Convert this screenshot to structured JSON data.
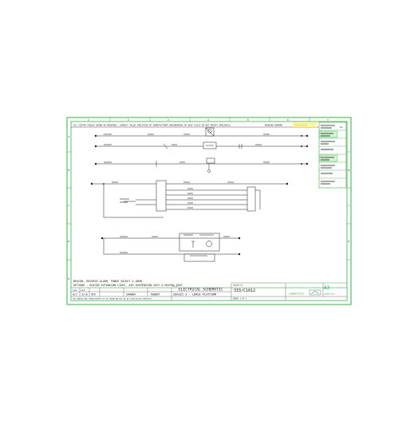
{
  "header": {
    "note": "ALL CUSTOM CABLES SHOWN ON DRAWINGS, LONGEST VALUE SPECIFIED BY MANUFACTURER ENGINEERING OF HALF SCALE DO NOT MODIFY ORIGINALS",
    "drawing_number_label": "DRAWING NUMBER",
    "drawing_number_short": "333/C1012"
  },
  "grid": {
    "cols": [
      "1",
      "2",
      "3",
      "4",
      "5",
      "6",
      "7"
    ],
    "rows": [
      "A",
      "B",
      "C",
      "D",
      "E"
    ]
  },
  "notes": [
    "BEACON, REVERSE ALARM, POWER SOCKET & HORN",
    "OPTIONS - RAISED EXTENSION LIGHT, AIR SUSPENSION SEAT & HEATED SEAT"
  ],
  "title_block": {
    "issue_label": "ISSUE",
    "date_label": "DATE",
    "issue": "A/C",
    "date": "3/10",
    "drawn": "VIR",
    "drawn_by": "SHAWAN",
    "checked_by": "ROBERT",
    "title_label": "TITLE",
    "title_line1": "ELECTRICAL SCHEMATIC",
    "title_line2": "SERIES 3 - LARGE PLATFORM",
    "drawing_no_label": "DRAWING NO.",
    "drawing_no": "333/C1012",
    "sheet_label": "SHEET 1 OF 1",
    "size": "A3",
    "company": "Lambertini",
    "footer_note": "THIS DRAWING SHALL REMAIN PROPERTY OF THE COMPANY AND MUST NOT BE COPIED WITHOUT PERMISSION"
  },
  "revision_box": {
    "labels": [
      "REV",
      "DESCRIPTION",
      "DATE",
      "BY",
      "CHK"
    ]
  },
  "colors": {
    "frame": "#3aaa4a",
    "ink": "#1a1a1a",
    "accent": "#22b14c",
    "highlight": "#e8e000"
  }
}
